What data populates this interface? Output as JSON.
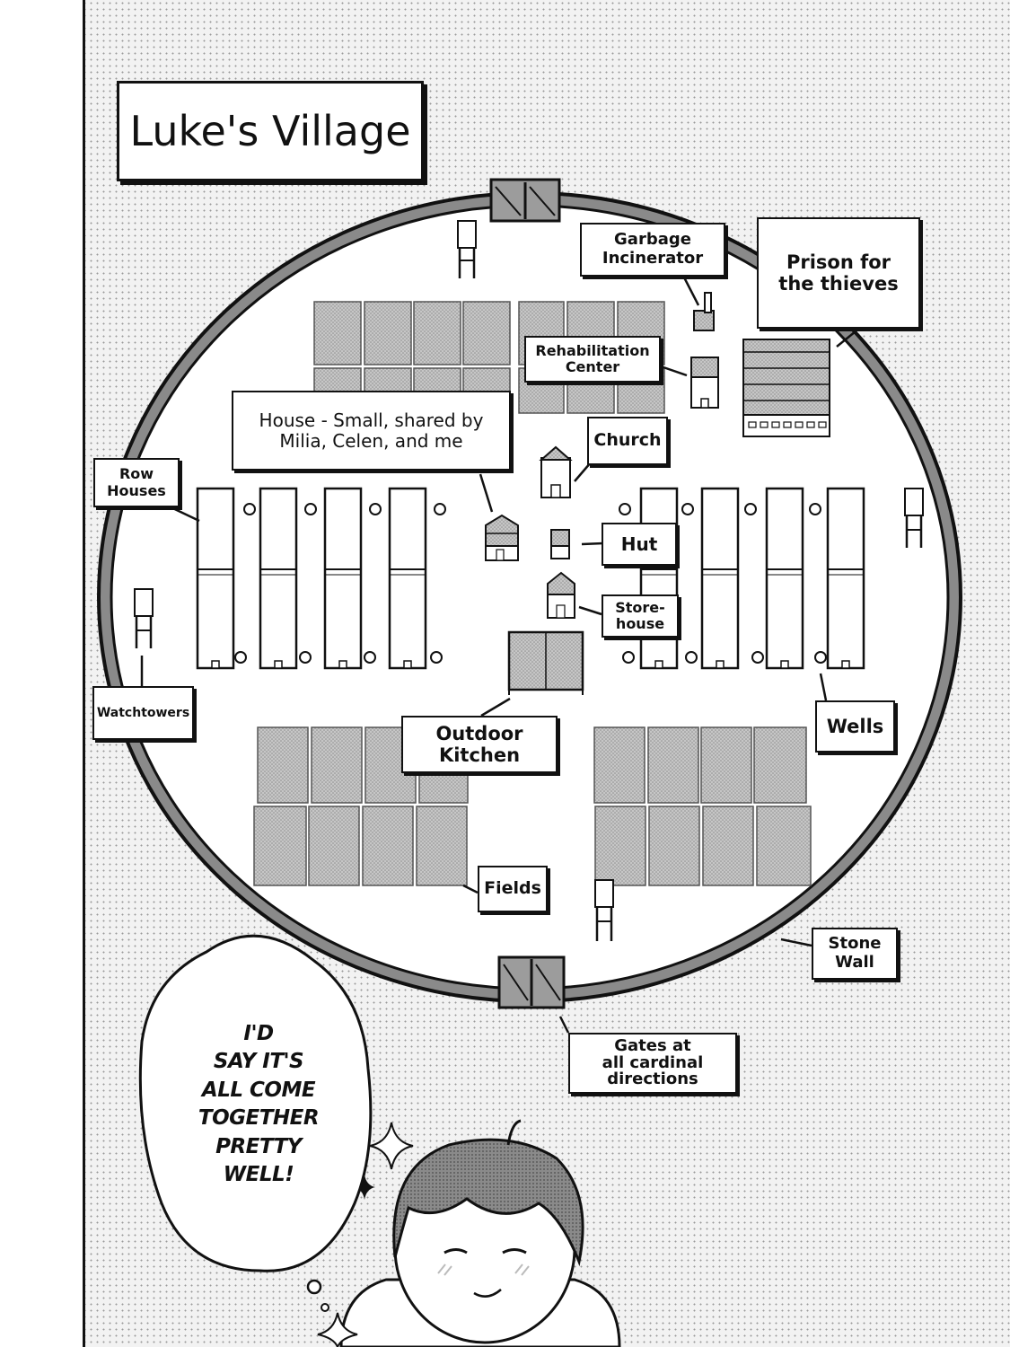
{
  "title": "Luke's Village",
  "labels": {
    "garbage_incinerator": [
      "Garbage",
      "Incinerator"
    ],
    "prison": [
      "Prison for",
      "the thieves"
    ],
    "rehabilitation_center": [
      "Rehabilitation",
      "Center"
    ],
    "house": [
      "House - Small, shared by",
      "Milia, Celen, and me"
    ],
    "church": "Church",
    "row_houses": [
      "Row",
      "Houses"
    ],
    "hut": "Hut",
    "storehouse": [
      "Store-",
      "house"
    ],
    "watchtowers": "Watchtowers",
    "outdoor_kitchen": [
      "Outdoor",
      "Kitchen"
    ],
    "wells": "Wells",
    "fields": "Fields",
    "stone_wall": [
      "Stone",
      "Wall"
    ],
    "gates": [
      "Gates at",
      "all cardinal",
      "directions"
    ]
  },
  "thought_bubble": [
    "I'D",
    "SAY IT'S",
    "ALL COME",
    "TOGETHER",
    "PRETTY",
    "WELL!"
  ],
  "colors": {
    "ink": "#111111",
    "paper": "#ffffff",
    "field_gray": "#c4c4c4",
    "wall_gray": "#8a8a8a",
    "screentone": "#9a9a9a",
    "hair": "#7a7a7a"
  }
}
